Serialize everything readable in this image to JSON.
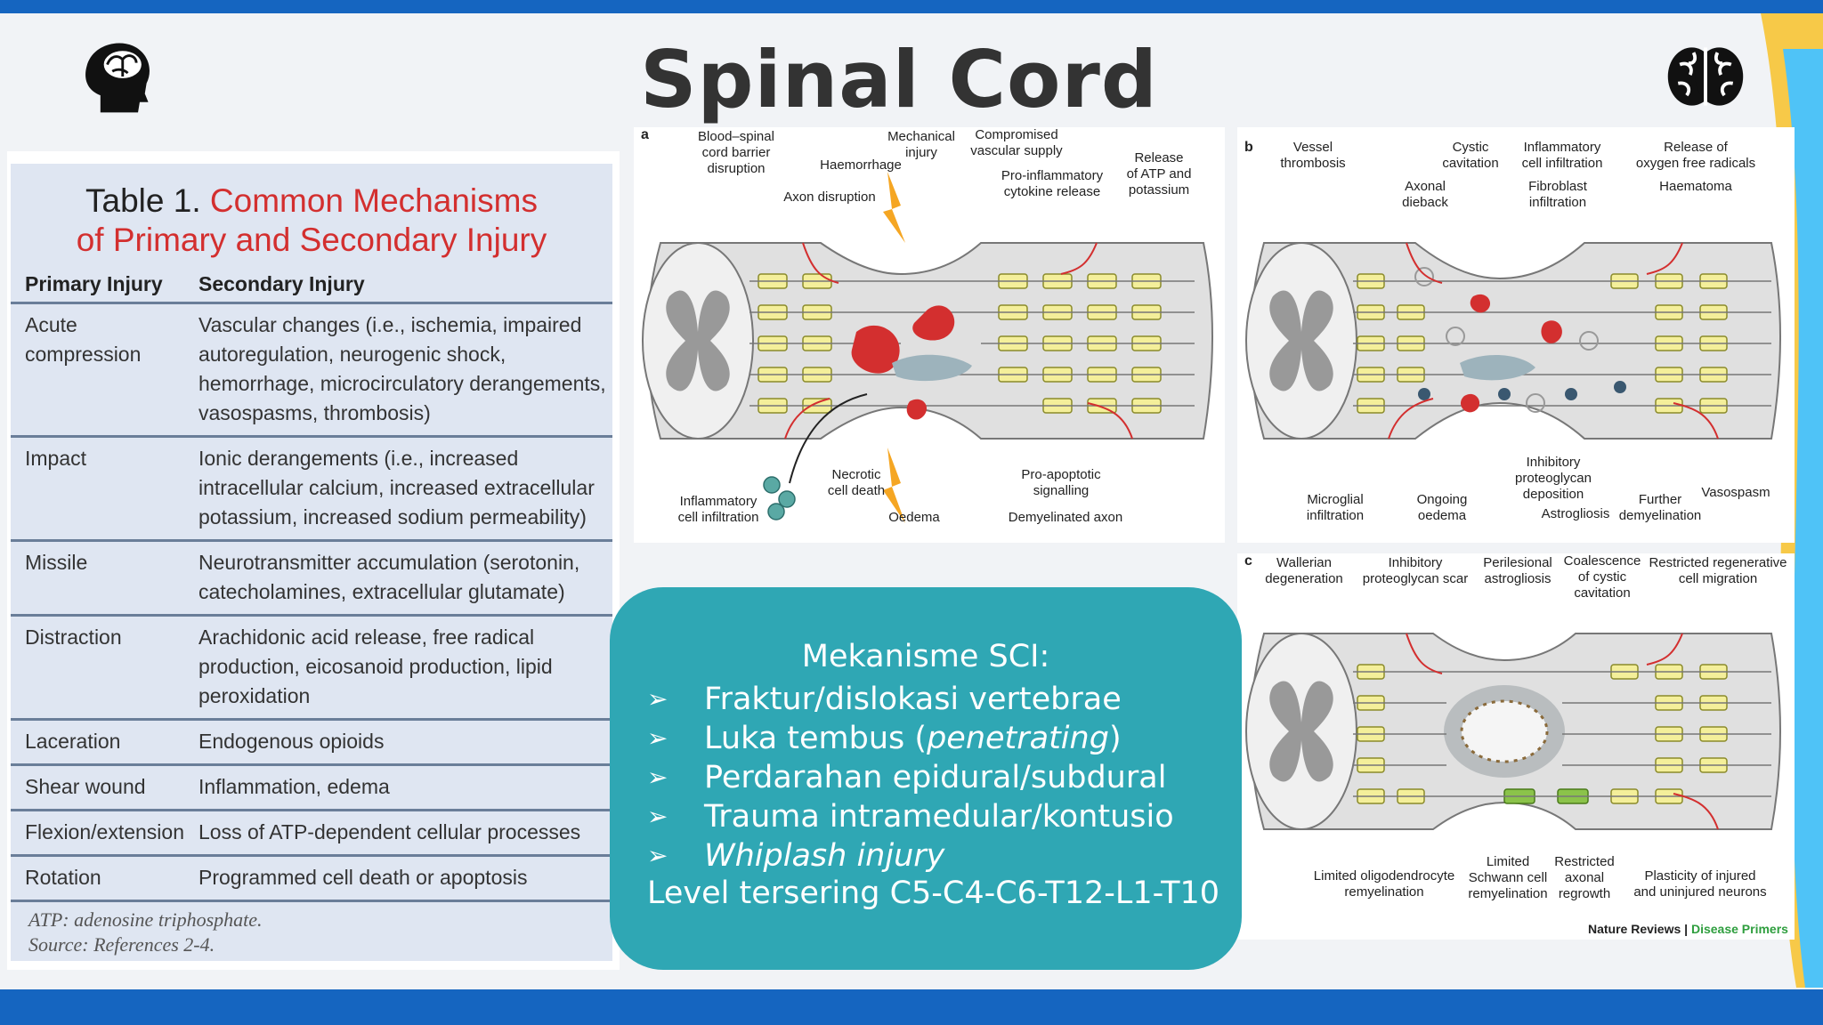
{
  "slide": {
    "title": "Spinal Cord Injury",
    "colors": {
      "accent_blue": "#1565c0",
      "teal": "#2fa7b4",
      "red": "#d32f2f"
    }
  },
  "icons": {
    "left": "head-brain-icon",
    "right": "brain-icon"
  },
  "table": {
    "title_prefix": "Table 1.",
    "title_highlight_line1": "Common Mechanisms",
    "title_highlight_line2": "of Primary and Secondary Injury",
    "headers": [
      "Primary Injury",
      "Secondary Injury"
    ],
    "rows": [
      {
        "primary": "Acute compression",
        "secondary": "Vascular changes (i.e., ischemia, impaired autoregulation, neurogenic shock, hemorrhage, microcirculatory derangements, vasospasms, thrombosis)"
      },
      {
        "primary": "Impact",
        "secondary": "Ionic derangements (i.e., increased intracellular calcium, increased extracellular potassium, increased sodium permeability)"
      },
      {
        "primary": "Missile",
        "secondary": "Neurotransmitter accumulation (serotonin, catecholamines, extracellular glutamate)"
      },
      {
        "primary": "Distraction",
        "secondary": "Arachidonic acid release, free radical production, eicosanoid production, lipid peroxidation"
      },
      {
        "primary": "Laceration",
        "secondary": "Endogenous opioids"
      },
      {
        "primary": "Shear wound",
        "secondary": "Inflammation, edema"
      },
      {
        "primary": "Flexion/extension",
        "secondary": "Loss of ATP-dependent cellular processes"
      },
      {
        "primary": "Rotation",
        "secondary": "Programmed cell death or apoptosis"
      }
    ],
    "footnote_line1": "ATP: adenosine triphosphate.",
    "footnote_line2": "Source: References 2-4."
  },
  "figure": {
    "panel_a": {
      "letter": "a",
      "labels": {
        "bscb": "Blood–spinal\ncord barrier\ndisruption",
        "haemorrhage": "Haemorrhage",
        "mechanical": "Mechanical\ninjury",
        "compromised": "Compromised\nvascular supply",
        "release_atp": "Release\nof ATP and\npotassium",
        "cytokine": "Pro-inflammatory\ncytokine release",
        "axon_disruption": "Axon disruption",
        "inflammatory": "Inflammatory\ncell infiltration",
        "necrotic": "Necrotic\ncell death",
        "oedema": "Oedema",
        "apoptotic": "Pro-apoptotic\nsignalling",
        "demyelinated": "Demyelinated axon"
      }
    },
    "panel_b": {
      "letter": "b",
      "labels": {
        "vessel": "Vessel\nthrombosis",
        "cystic": "Cystic\ncavitation",
        "inflammatory": "Inflammatory\ncell infiltration",
        "release_oxygen": "Release of\noxygen free radicals",
        "axonal": "Axonal\ndieback",
        "fibroblast": "Fibroblast\ninfiltration",
        "haematoma": "Haematoma",
        "inhibitory": "Inhibitory\nproteoglycan\ndeposition",
        "microglial": "Microglial\ninfiltration",
        "ongoing": "Ongoing\noedema",
        "astrogliosis": "Astrogliosis",
        "further": "Further\ndemyelination",
        "vasospasm": "Vasospasm"
      }
    },
    "panel_c": {
      "letter": "c",
      "labels": {
        "wallerian": "Wallerian\ndegeneration",
        "inhibitory_scar": "Inhibitory\nproteoglycan scar",
        "perilesional": "Perilesional\nastrogliosis",
        "coalescence": "Coalescence\nof cystic\ncavitation",
        "restricted_migration": "Restricted regenerative\ncell migration",
        "limited_oligo": "Limited oligodendrocyte\nremyelination",
        "limited_schwann": "Limited\nSchwann cell\nremyelination",
        "restricted_axonal": "Restricted\naxonal\nregrowth",
        "plasticity": "Plasticity of injured\nand uninjured neurons"
      }
    },
    "source_prefix": "Nature Reviews |",
    "source_suffix": "Disease Primers"
  },
  "sci_box": {
    "heading": "Mekanisme SCI:",
    "items": [
      {
        "pre": "Fraktur/dislokasi vertebrae",
        "em": "",
        "post": ""
      },
      {
        "pre": "Luka tembus (",
        "em": "penetrating",
        "post": ")"
      },
      {
        "pre": "Perdarahan epidural/subdural",
        "em": "",
        "post": ""
      },
      {
        "pre": "Trauma intramedular/kontusio",
        "em": "",
        "post": ""
      },
      {
        "pre": "",
        "em": "Whiplash injury",
        "post": ""
      }
    ],
    "level": "Level tersering C5-C4-C6-T12-L1-T10",
    "bullet": "➢"
  }
}
